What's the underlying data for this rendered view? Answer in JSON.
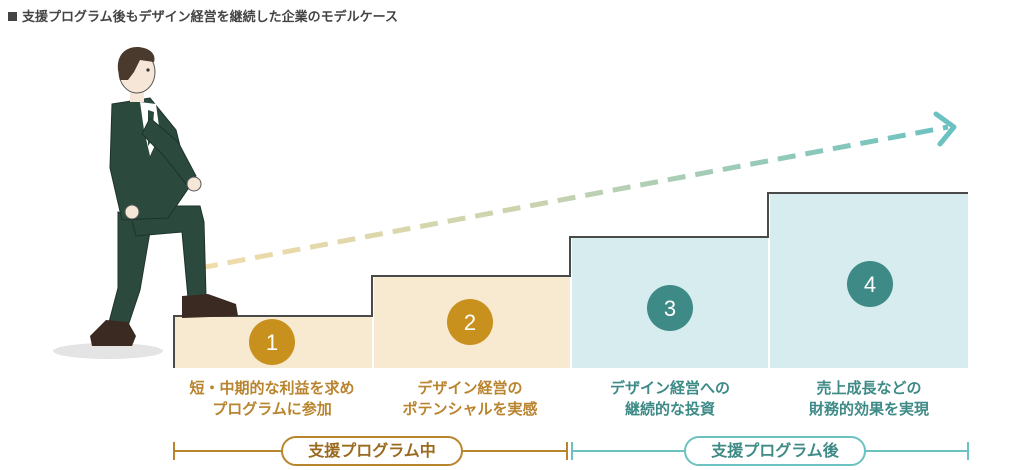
{
  "title": "支援プログラム後もデザイン経営を継続した企業のモデルケース",
  "colors": {
    "gold": "#C8911E",
    "gold_fill": "#F8EAD1",
    "teal": "#3E8A86",
    "teal_fill": "#D6ECEE",
    "teal_line": "#6BC2C0",
    "suit": "#2B4A3D"
  },
  "icons": [
    "person-walking-icon",
    "trend-arrow-icon"
  ],
  "steps": [
    {
      "number": "1",
      "label_lines": [
        "短・中期的な利益を求め",
        "プログラムに参加"
      ]
    },
    {
      "number": "2",
      "label_lines": [
        "デザイン経営の",
        "ポテンシャルを実感"
      ]
    },
    {
      "number": "3",
      "label_lines": [
        "デザイン経営への",
        "継続的な投資"
      ]
    },
    {
      "number": "4",
      "label_lines": [
        "売上成長などの",
        "財務的効果を実現"
      ]
    }
  ],
  "phases": [
    {
      "label": "支援プログラム中"
    },
    {
      "label": "支援プログラム後"
    }
  ]
}
